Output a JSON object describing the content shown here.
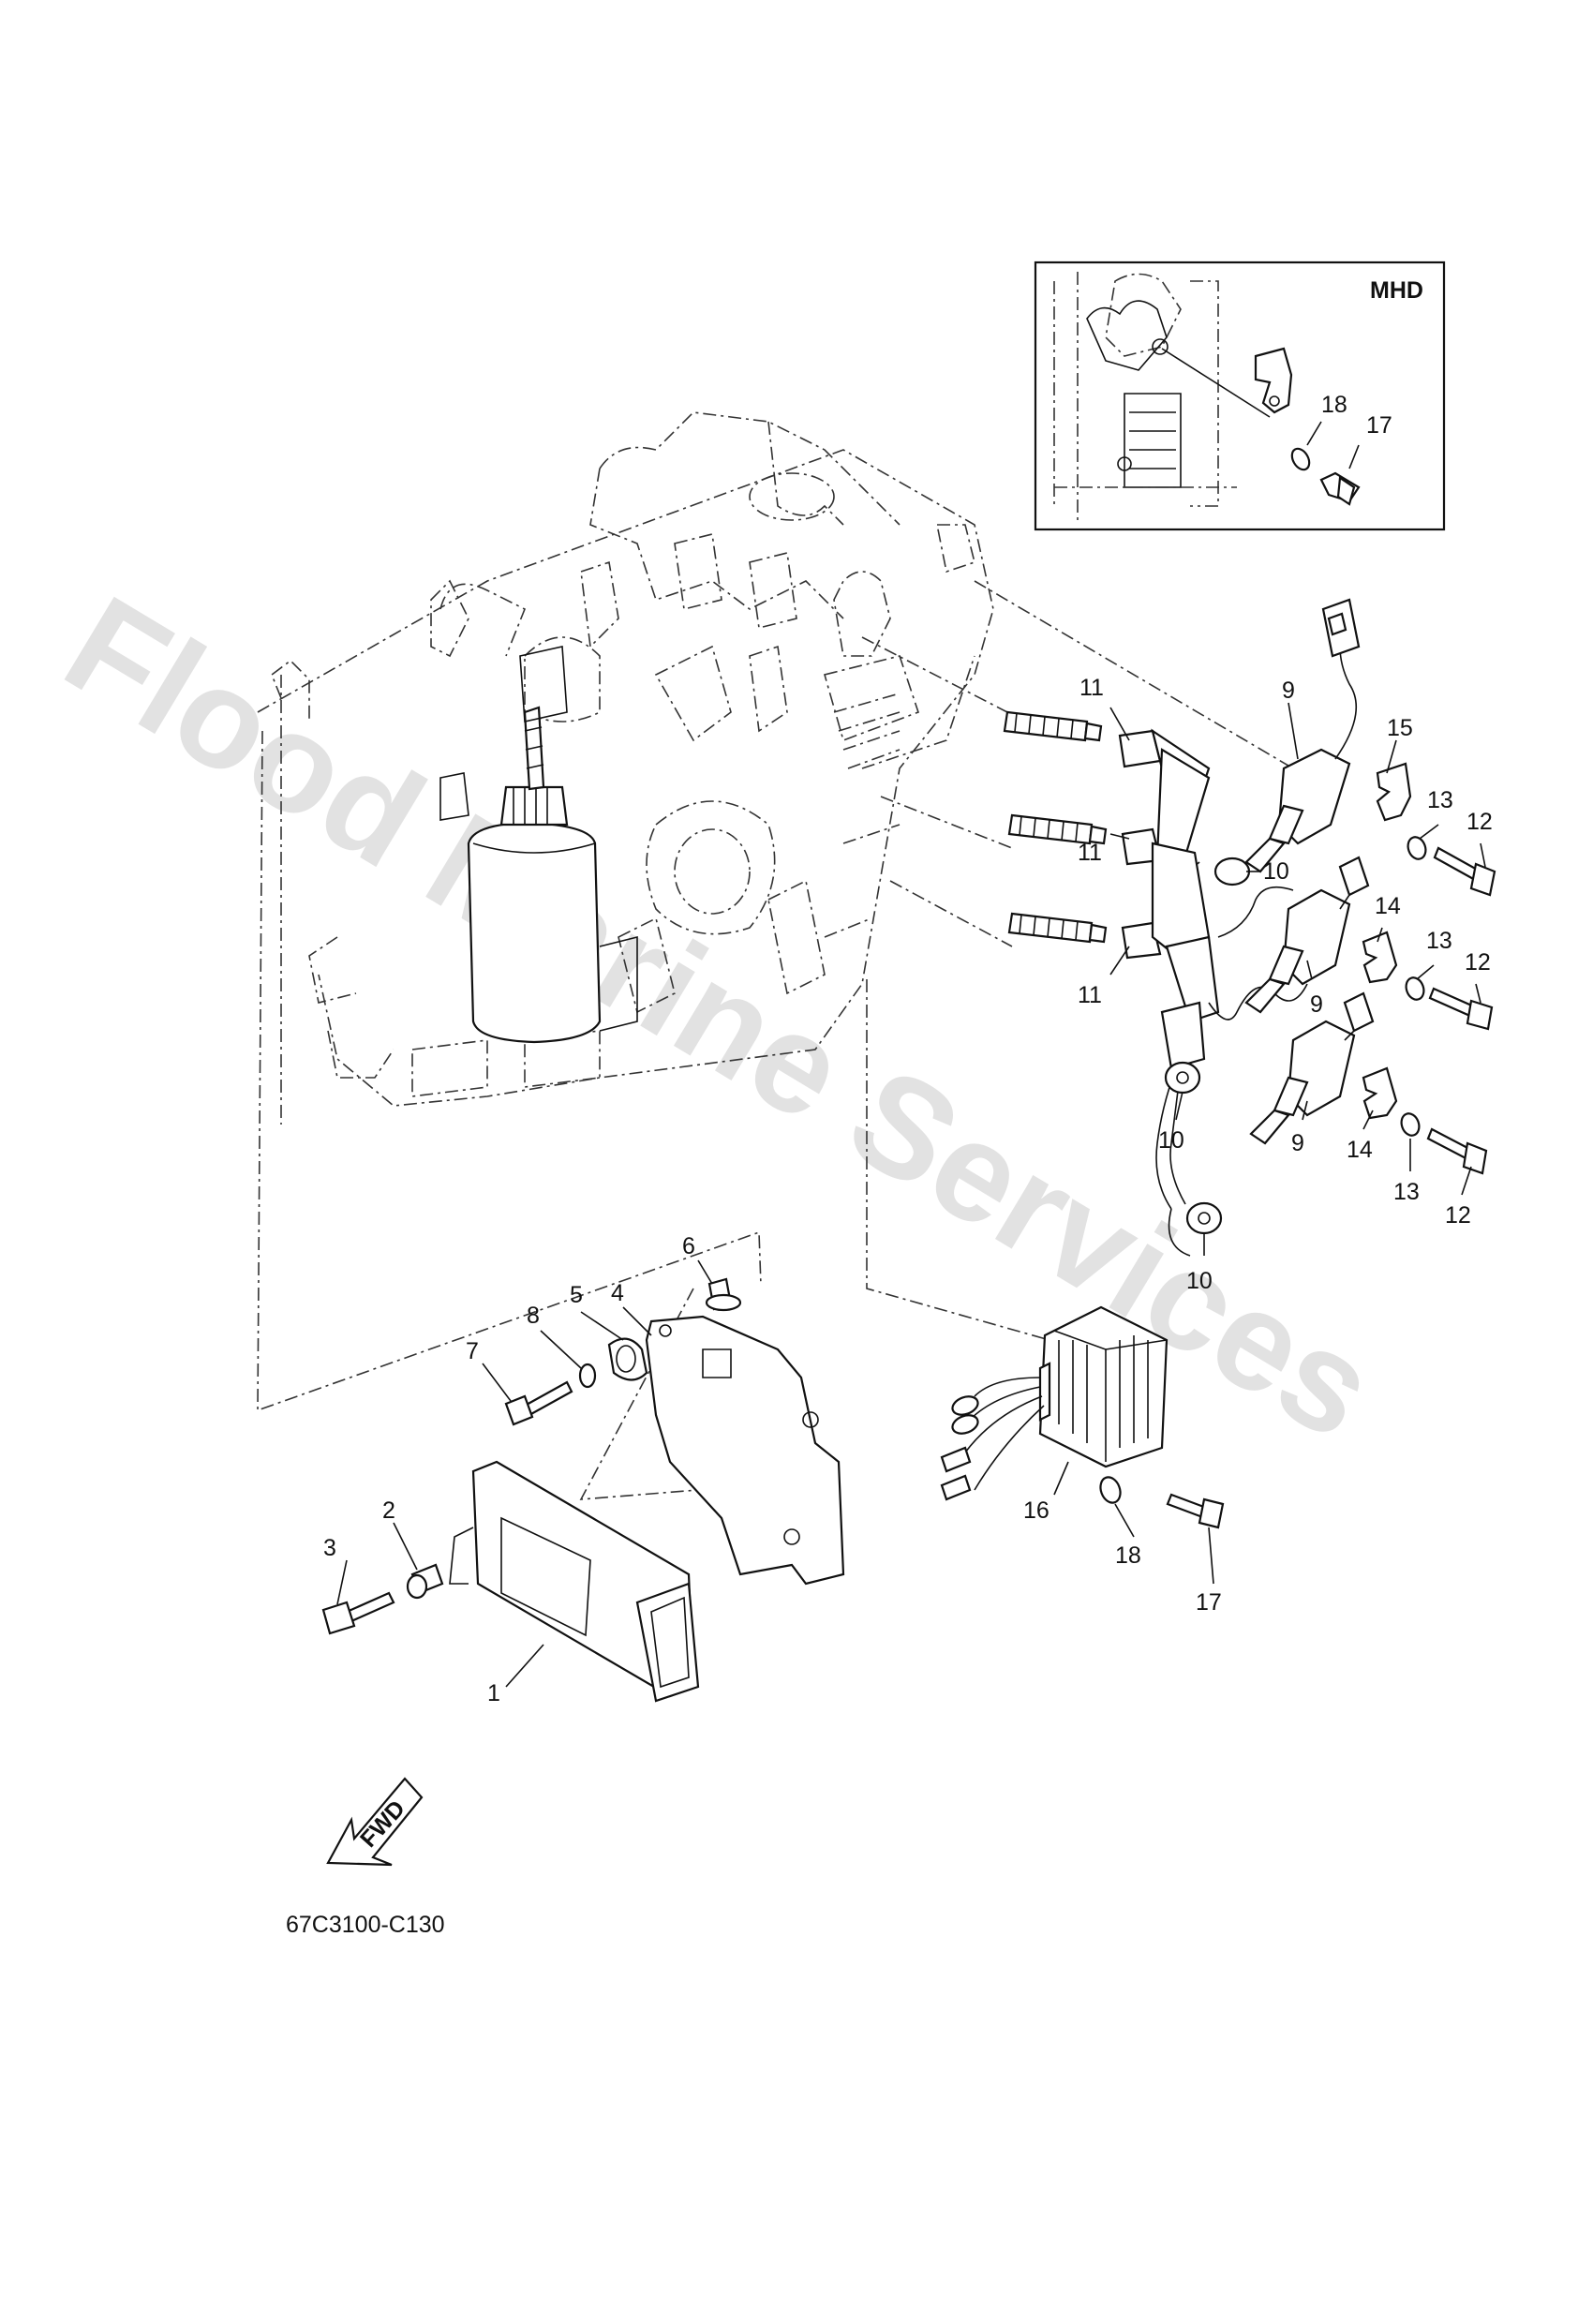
{
  "inset": {
    "title": "MHD",
    "labels": [
      "18",
      "17"
    ]
  },
  "callouts": {
    "c1": "1",
    "c2": "2",
    "c3": "3",
    "c4": "4",
    "c5": "5",
    "c6": "6",
    "c7": "7",
    "c8": "8",
    "c9a": "9",
    "c9b": "9",
    "c9c": "9",
    "c10a": "10",
    "c10b": "10",
    "c10c": "10",
    "c11a": "11",
    "c11b": "11",
    "c11c": "11",
    "c12a": "12",
    "c12b": "12",
    "c12c": "12",
    "c13a": "13",
    "c13b": "13",
    "c13c": "13",
    "c14a": "14",
    "c14b": "14",
    "c15": "15",
    "c16": "16",
    "c17": "17",
    "c18": "18"
  },
  "fwd_label": "FWD",
  "diagram_code": "67C3100-C130",
  "watermark": "Flood Marine Services"
}
